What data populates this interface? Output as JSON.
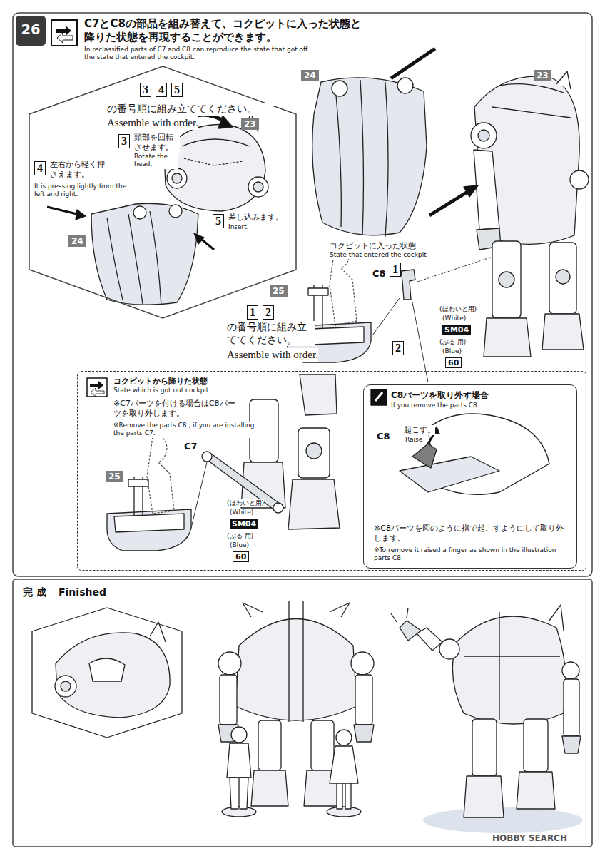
{
  "diagram": {
    "nodes": [
      {
        "text": [
          "26"
        ]
      },
      {
        "text": [
          "の番号順に組み立ててください。",
          "Assemble with order."
        ]
      },
      {
        "text": [
          "コクピットから降りた状態",
          "State which is got out cockpit",
          "※C7パーツを付ける場合はC8パーツを取り外します。",
          "※Remove the parts C8 , if you are installing the parts C7."
        ]
      },
      {
        "text": [
          "C8パーツを取り外す場合",
          "If you remove the parts C8",
          "※C8パーツを図のように指で起こすようにして取り外します。",
          "※To remove it raised a finger as shown in the illustration parts C8."
        ],
        "in": 2
      },
      {
        "text": [
          "完 成",
          "Finished"
        ]
      }
    ],
    "labels": [
      "C7とC8の部品を組み替えて、コクピットに入った状態と降りた状態を再現することができます。",
      "In reclassified parts of C7 and C8 can reproduce the state that got off the state that entered the cockpit.",
      "24",
      "23",
      "3",
      "4",
      "5",
      "23",
      "3",
      "頭部を回転させます。",
      "Rotate the head.",
      "4",
      "左右から軽く押さえます。",
      "It is pressing lightly from the left and right.",
      "5",
      "差し込みます。",
      "Insert.",
      "24",
      "コクピットに入った状態",
      "State that entered the cockpit",
      "C8",
      "1",
      "25",
      "1",
      "2",
      "の番号順に組み立ててください。",
      "Assemble with order.",
      "2",
      "(ほわいと用)",
      "(White)",
      "SM04",
      "(ぶる-用)",
      "(Blue)",
      "60",
      "C7",
      "25",
      "(ほわいと用)",
      "(White)",
      "SM04",
      "(ぶる-用)",
      "(Blue)",
      "60",
      "C8",
      "起こす。",
      "Raise",
      "HOBBY SEARCH"
    ]
  }
}
